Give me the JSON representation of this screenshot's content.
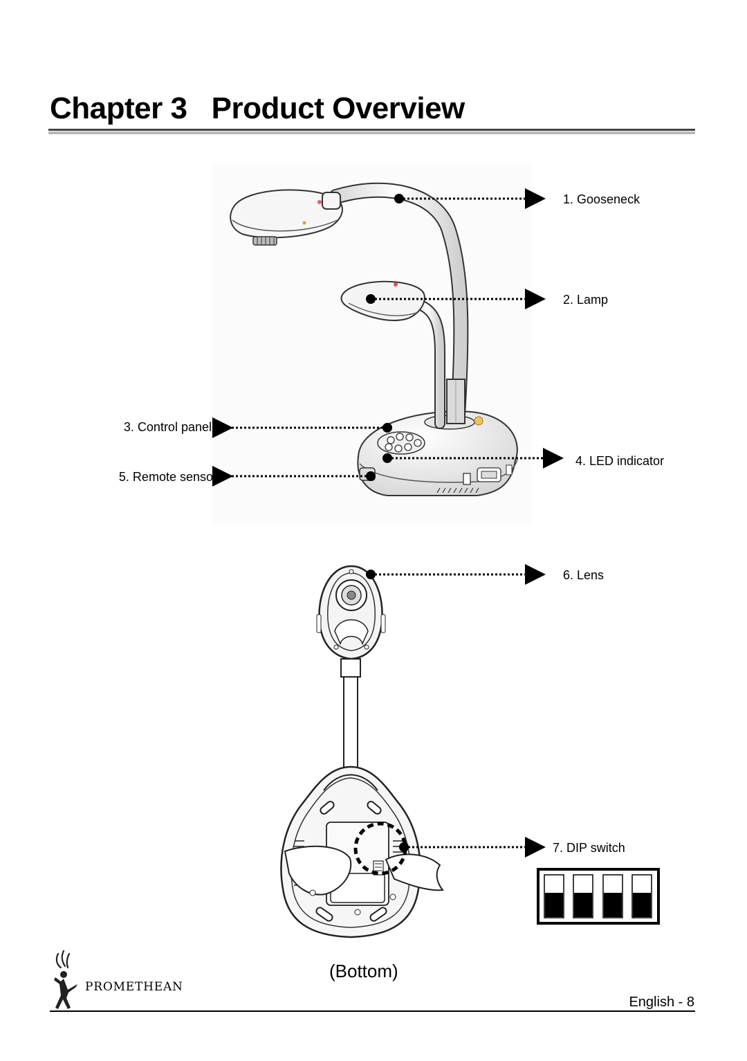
{
  "page": {
    "chapter_number": "Chapter 3",
    "chapter_title": "Product Overview"
  },
  "callouts": {
    "gooseneck": "1. Gooseneck",
    "lamp": "2. Lamp",
    "control_panel": "3. Control panel",
    "led_indicator": "4. LED indicator",
    "remote_sensor": "5. Remote sensor",
    "lens": "6. Lens",
    "dip_switch": "7. DIP switch"
  },
  "figure_captions": {
    "bottom_view": "(Bottom)"
  },
  "brand": {
    "logo_text": "PROMETHEAN",
    "logo_icon": "promethean-logo-icon"
  },
  "footer": {
    "language": "English",
    "separator": "-",
    "page_number": "8"
  },
  "dip_switch": {
    "switch_count": 4,
    "positions": [
      "off",
      "off",
      "off",
      "off"
    ]
  },
  "colors": {
    "text": "#000000",
    "rule_dark": "#444444",
    "rule_light": "#b8b8b8",
    "device_outline": "#333333",
    "device_fill": "#ececec",
    "lamp_accent": "#e0a020"
  }
}
